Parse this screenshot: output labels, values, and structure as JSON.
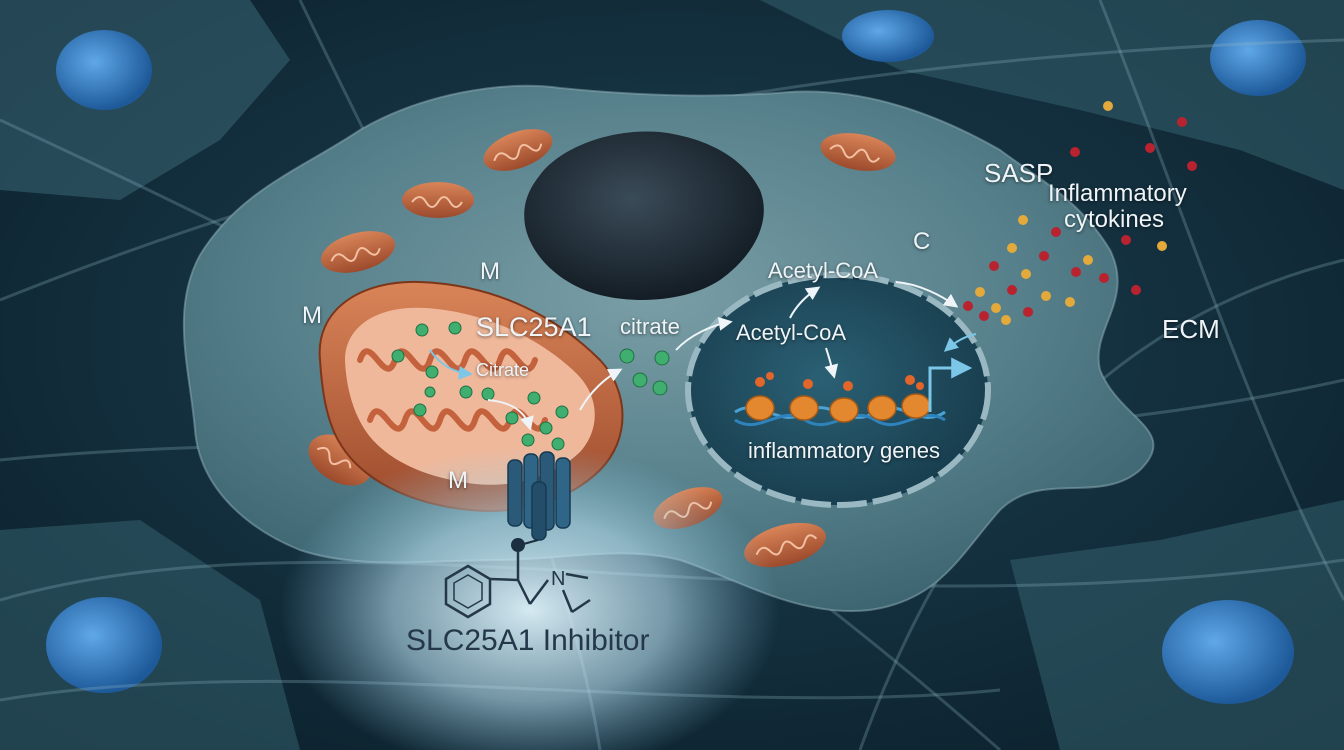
{
  "labels": {
    "m_top": "M",
    "m_left": "M",
    "m_bottom": "M",
    "c": "C",
    "slc25a1": "SLC25A1",
    "citrate_mito": "Citrate",
    "citrate_cyto": "citrate",
    "acetyl_coa_cyto": "Acetyl-CoA",
    "acetyl_coa_nucleus": "Acetyl-CoA",
    "inflammatory_genes": "inflammatory genes",
    "sasp": "SASP",
    "inflammatory_cytokines_line1": "Inflammatory",
    "inflammatory_cytokines_line2": "cytokines",
    "ecm": "ECM",
    "inhibitor": "SLC25A1 Inhibitor",
    "inhibitor_n": "N"
  },
  "colors": {
    "background": "#0c2230",
    "cell_body": "#4d7580",
    "mitochondria": "#c46a44",
    "citrate_molecule": "#3fae6e",
    "nucleus_interior": "#1f4a5c",
    "transporter": "#2a5a78",
    "cytokine_red": "#b8232f",
    "cytokine_yellow": "#e3a93b"
  }
}
